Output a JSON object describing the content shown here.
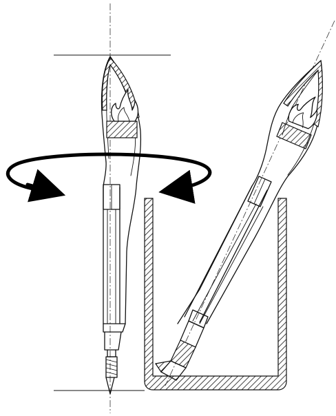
{
  "diagram": {
    "figures": [
      {
        "name": "upright-pen-with-flame-cap",
        "description_hidden": true
      },
      {
        "name": "tilted-pen-in-holder",
        "description_hidden": true
      }
    ],
    "rotation_indicator": "rotate-around-vertical-axis",
    "colors": {
      "line": "#111111",
      "background": "#ffffff"
    }
  }
}
